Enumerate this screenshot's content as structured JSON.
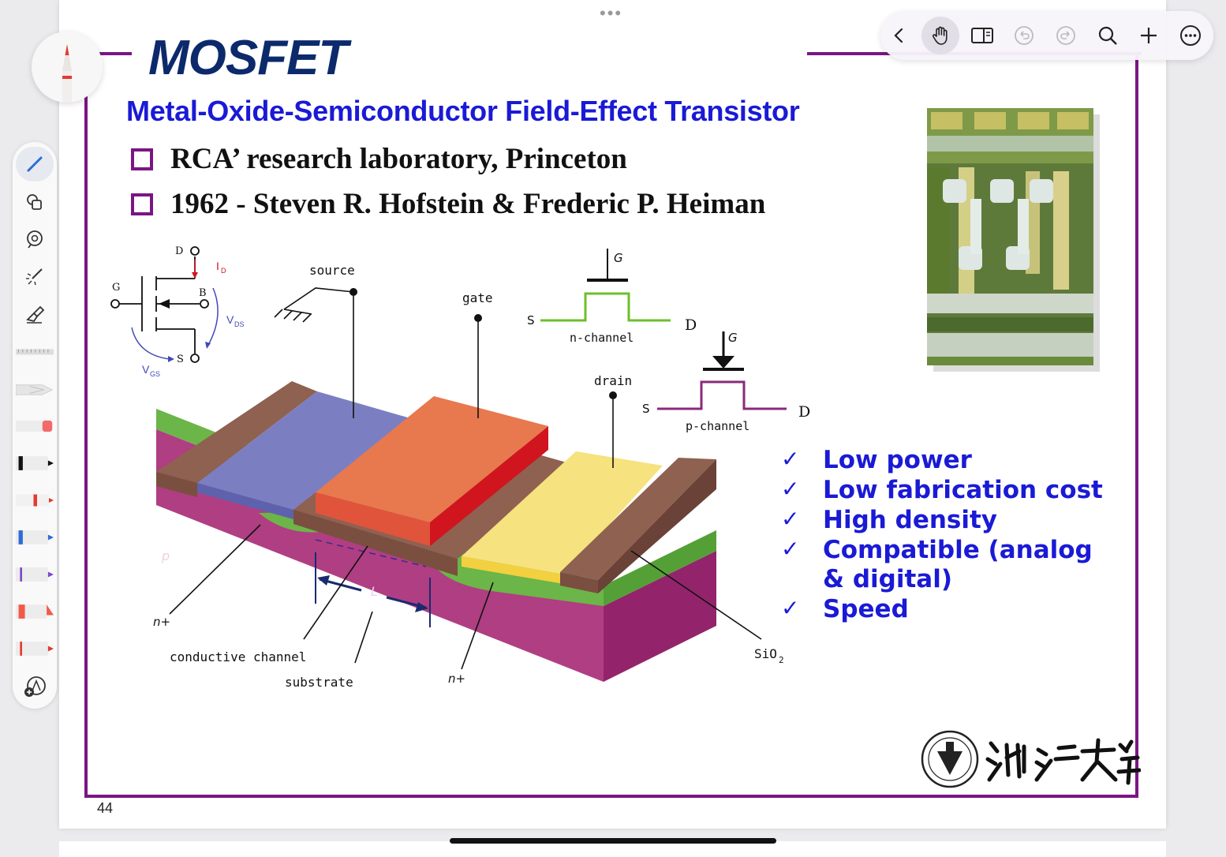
{
  "toolbar": {
    "items": [
      "back-icon",
      "hand-icon",
      "sidebar-icon",
      "undo-icon",
      "redo-icon",
      "search-icon",
      "add-icon",
      "more-icon"
    ]
  },
  "slide": {
    "title": "MOSFET",
    "subtitle": "Metal-Oxide-Semiconductor Field-Effect Transistor",
    "bullets": [
      "RCA’ research laboratory, Princeton",
      "1962 - Steven R. Hofstein & Frederic P. Heiman"
    ],
    "features": [
      "Low power",
      "Low fabrication cost",
      "High density",
      "Compatible (analog",
      "& digital)",
      "Speed"
    ],
    "check": "✓",
    "page_number": "44",
    "symbol": {
      "d": "D",
      "g": "G",
      "b": "B",
      "s": "S",
      "id_main": "I",
      "id_sub": "D",
      "vds_main": "V",
      "vds_sub": "DS",
      "vgs_main": "V",
      "vgs_sub": "GS"
    },
    "diagram": {
      "source": "source",
      "gate": "gate",
      "drain": "drain",
      "p": "p",
      "n_plus": "n+",
      "l": "L",
      "conductive_channel": "conductive channel",
      "substrate": "substrate",
      "sio2_main": "SiO",
      "sio2_sub": "2"
    },
    "nchannel": {
      "g": "G",
      "s": "S",
      "d": "D",
      "label": "n-channel"
    },
    "pchannel": {
      "g": "G",
      "s": "S",
      "d": "D",
      "label": "p-channel"
    }
  },
  "colors": {
    "frame": "#7b1584",
    "title": "#0c2a6b",
    "blue_text": "#1a1ad6",
    "gate": "#e8784e",
    "source": "#7b7fc2",
    "drain": "#f6e27e",
    "oxide": "#8f6150",
    "substrate": "#b03e82",
    "n_region": "#6cb548"
  }
}
